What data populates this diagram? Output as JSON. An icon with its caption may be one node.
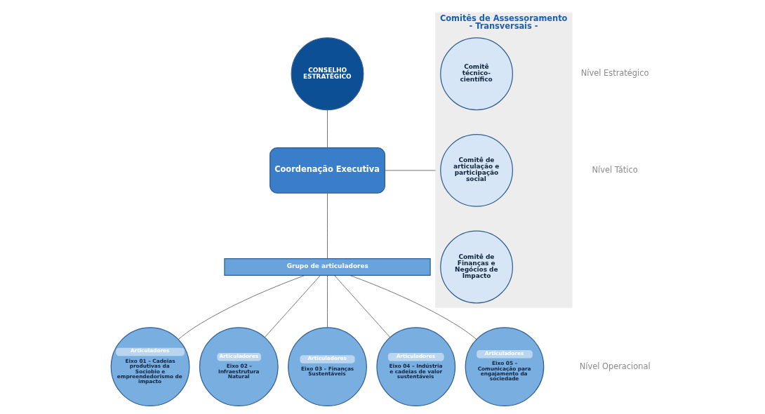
{
  "diagram": {
    "nodes": [
      {
        "text": [
          "CONSELHO ESTRATÉGICO"
        ]
      },
      {
        "text": [
          "Coordenação Executiva"
        ]
      },
      {
        "text": [
          "Grupo de articuladores"
        ]
      },
      {
        "text": [
          "Articuladores",
          "Eixo 01 – Cadeias produtivas da Sociobio e empreendedorismo de impacto"
        ]
      },
      {
        "text": [
          "Articuladores",
          "Eixo 02 – Infraestrutura Natural"
        ]
      },
      {
        "text": [
          "Articuladores",
          "Eixo 03 – Finanças Sustentáveis"
        ]
      },
      {
        "text": [
          "Articuladores",
          "Eixo 04 – Indústria e cadeias de valor sustentáveis"
        ]
      },
      {
        "text": [
          "Articuladores",
          "Eixo 05 – Comunicação para engajamento da sociedade"
        ]
      },
      {
        "text": [
          "Comitês de Assessoramento - Transversais -"
        ]
      },
      {
        "text": [
          "Comitê técnico-científico"
        ],
        "in": 8
      },
      {
        "text": [
          "Comitê de articulação e participação social"
        ],
        "in": 8
      },
      {
        "text": [
          "Comitê de Finanças e Negócios de Impacto"
        ],
        "in": 8
      }
    ],
    "edges": [
      {
        "from": 0,
        "to": 1,
        "arrow": "none"
      },
      {
        "from": 1,
        "to": 2,
        "arrow": "none"
      },
      {
        "from": 1,
        "to": 8,
        "arrow": "none"
      },
      {
        "from": 2,
        "to": 3,
        "arrow": "none"
      },
      {
        "from": 2,
        "to": 4,
        "arrow": "none"
      },
      {
        "from": 2,
        "to": 5,
        "arrow": "none"
      },
      {
        "from": 2,
        "to": 6,
        "arrow": "none"
      },
      {
        "from": 2,
        "to": 7,
        "arrow": "none"
      }
    ],
    "labels": [
      "Nível Estratégico",
      "Nível Tático",
      "Nível Operacional"
    ]
  }
}
